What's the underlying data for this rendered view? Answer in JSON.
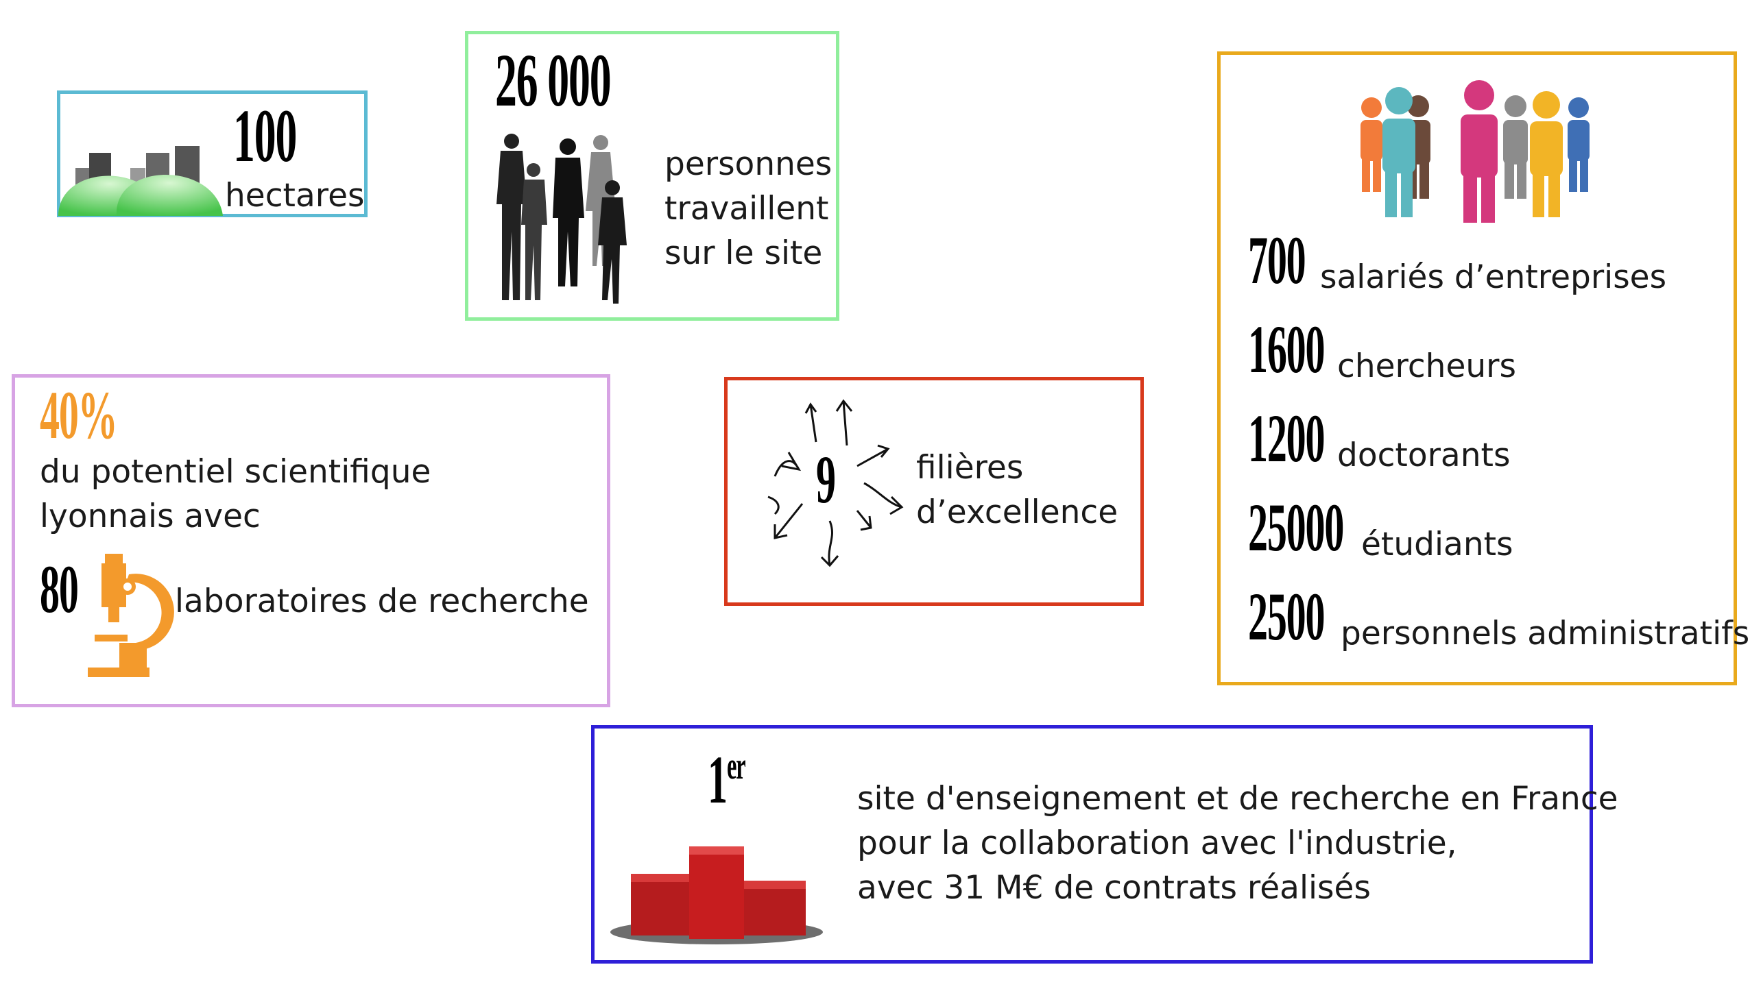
{
  "colors": {
    "area_border": "#5bbad3",
    "people_border": "#90ee9c",
    "science_border": "#d7a3e4",
    "filieres_border": "#d8391c",
    "staff_border": "#e9a91c",
    "rank_border": "#2e1fd8",
    "accent_orange": "#f39a2c",
    "podium_red": "#c71d1f"
  },
  "area": {
    "number": "100",
    "label": "hectares",
    "icon": "buildings-on-hills-icon"
  },
  "people": {
    "number": "26 000",
    "label_lines": [
      "personnes",
      "travaillent",
      "sur le site"
    ],
    "icon": "business-people-silhouettes-icon"
  },
  "science": {
    "percent": "40%",
    "line1": "du potentiel scientifique",
    "line2": "lyonnais avec",
    "labs_number": "80",
    "labs_label": "laboratoires de recherche",
    "icon": "microscope-icon"
  },
  "filieres": {
    "number": "9",
    "label_lines": [
      "filières",
      "d’excellence"
    ],
    "icon": "scattered-arrows-icon"
  },
  "staff": {
    "icon": "group-of-people-icon",
    "items": [
      {
        "number": "700",
        "label": "salariés d’entreprises"
      },
      {
        "number": "1600",
        "label": "chercheurs"
      },
      {
        "number": "1200",
        "label": "doctorants"
      },
      {
        "number": "25000",
        "label": "étudiants"
      },
      {
        "number": "2500",
        "label": "personnels administratifs"
      }
    ]
  },
  "rank": {
    "number": "1",
    "superscript": "er",
    "lines": [
      "site d'enseignement et de recherche en France",
      "pour la collaboration avec l'industrie,",
      "avec 31 M€ de contrats réalisés"
    ],
    "icon": "podium-icon"
  }
}
